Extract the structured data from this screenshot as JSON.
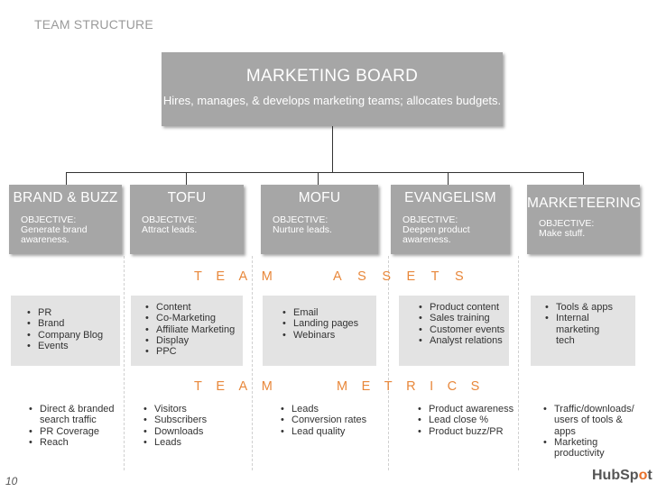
{
  "page_title": "TEAM STRUCTURE",
  "board": {
    "title": "MARKETING BOARD",
    "subtitle": "Hires, manages, & develops marketing teams; allocates budgets."
  },
  "teams": [
    {
      "name": "BRAND & BUZZ",
      "objective": "OBJECTIVE: Generate brand awareness."
    },
    {
      "name": "TOFU",
      "objective": "OBJECTIVE: Attract leads."
    },
    {
      "name": "MOFU",
      "objective": "OBJECTIVE: Nurture leads."
    },
    {
      "name": "EVANGELISM",
      "objective": "OBJECTIVE: Deepen product awareness."
    },
    {
      "name": "MARKETEERING",
      "objective": "OBJECTIVE: Make stuff."
    }
  ],
  "assets_heading": {
    "word1": "TEAM",
    "word2": "ASSETS"
  },
  "assets": [
    [
      "PR",
      "Brand",
      "Company Blog",
      "Events"
    ],
    [
      "Content",
      "Co-Marketing",
      "Affiliate Marketing",
      "Display",
      "PPC"
    ],
    [
      "Email",
      "Landing pages",
      "Webinars"
    ],
    [
      "Product content",
      "Sales training",
      "Customer events",
      "Analyst relations"
    ],
    [
      "Tools & apps",
      "Internal marketing tech"
    ]
  ],
  "metrics_heading": {
    "word1": "TEAM",
    "word2": "METRICS"
  },
  "metrics": [
    [
      "Direct & branded search traffic",
      "PR Coverage",
      "Reach"
    ],
    [
      "Visitors",
      "Subscribers",
      "Downloads",
      "Leads"
    ],
    [
      "Leads",
      "Conversion rates",
      "Lead quality"
    ],
    [
      "Product awareness",
      "Lead close %",
      "Product buzz/PR"
    ],
    [
      "Traffic/downloads/ users of tools & apps",
      "Marketing productivity"
    ]
  ],
  "page_number": "10",
  "logo": {
    "part1": "Hub",
    "part2": "S",
    "part3": "p",
    "part4": "t",
    "o_char": "o"
  }
}
